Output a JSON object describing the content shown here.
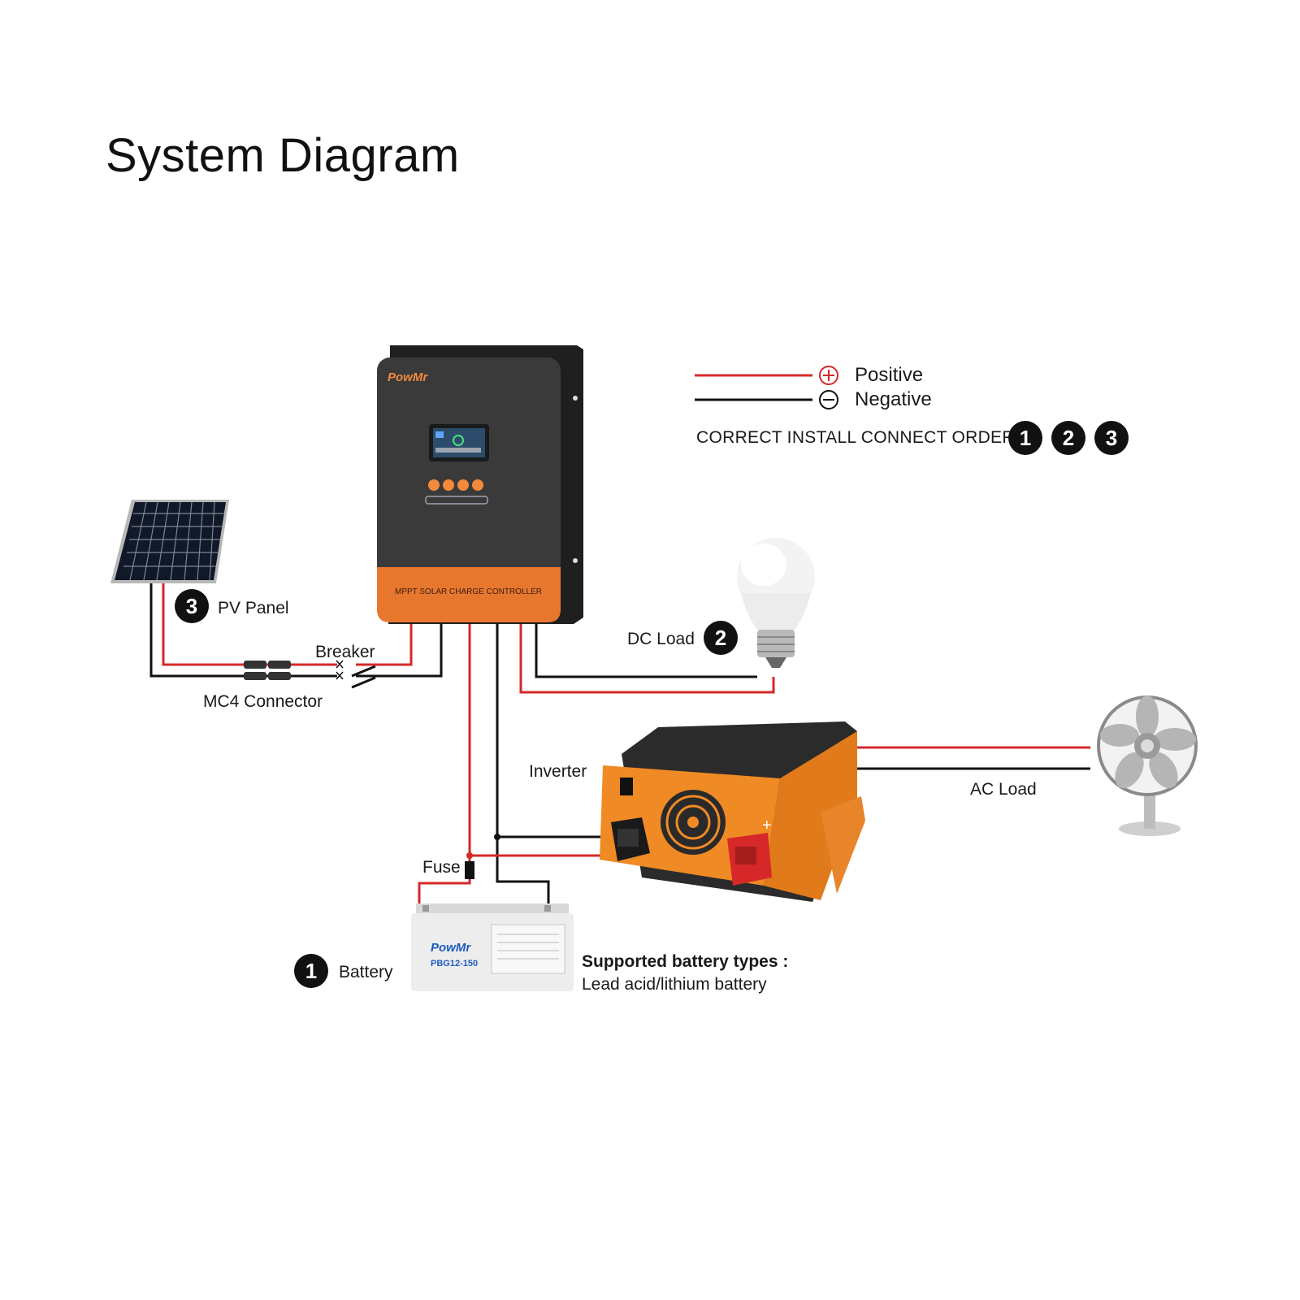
{
  "title": "System Diagram",
  "legend": {
    "positive": "Positive",
    "negative": "Negative",
    "order_text": "CORRECT INSTALL CONNECT ORDER:",
    "order_numbers": [
      "1",
      "2",
      "3"
    ],
    "positive_color": "#d62828",
    "negative_color": "#111111"
  },
  "controller": {
    "brand": "PowMr",
    "name": "MPPT SOLAR CHARGE CONTROLLER",
    "body_color": "#3a3a3a",
    "accent_color": "#e8772e"
  },
  "components": {
    "pv_panel": {
      "label": "PV Panel",
      "step": "3"
    },
    "breaker": {
      "label": "Breaker"
    },
    "mc4": {
      "label": "MC4 Connector"
    },
    "dc_load": {
      "label": "DC Load",
      "step": "2"
    },
    "inverter": {
      "label": "Inverter"
    },
    "ac_load": {
      "label": "AC Load"
    },
    "fuse": {
      "label": "Fuse"
    },
    "battery": {
      "label": "Battery",
      "step": "1",
      "brand": "PowMr",
      "model": "PBG12-150"
    }
  },
  "battery_note": {
    "heading": "Supported battery types :",
    "types": "Lead acid/lithium battery"
  }
}
